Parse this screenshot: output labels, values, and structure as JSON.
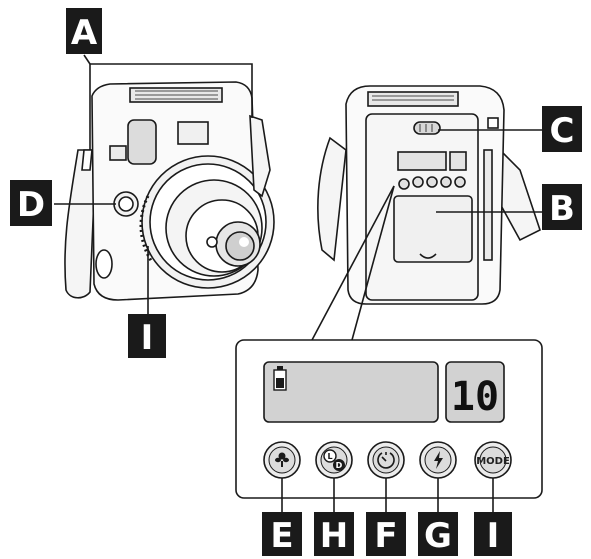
{
  "callouts": {
    "a": "A",
    "b": "B",
    "c": "C",
    "d": "D",
    "e": "E",
    "f": "F",
    "g": "G",
    "h": "H",
    "i_front": "I",
    "i_panel": "I"
  },
  "panel": {
    "shot_counter": "10",
    "mode_button_label": "MODE",
    "battery_icon": "battery-icon"
  },
  "buttons": [
    {
      "name": "macro-button",
      "icon": "macro-icon",
      "callout": "E"
    },
    {
      "name": "landscape-button",
      "icon": "landscape-icon",
      "callout": "H"
    },
    {
      "name": "self-timer-button",
      "icon": "self-timer-icon",
      "callout": "F"
    },
    {
      "name": "flash-button",
      "icon": "flash-icon",
      "callout": "G"
    },
    {
      "name": "mode-button",
      "icon": "mode-label",
      "callout": "I"
    }
  ],
  "colors": {
    "callout_bg": "#1a1a1a",
    "callout_text": "#ffffff",
    "line": "#1a1a1a",
    "panel_gray": "#e6e6e6",
    "lcd_gray": "#d2d2d2"
  }
}
